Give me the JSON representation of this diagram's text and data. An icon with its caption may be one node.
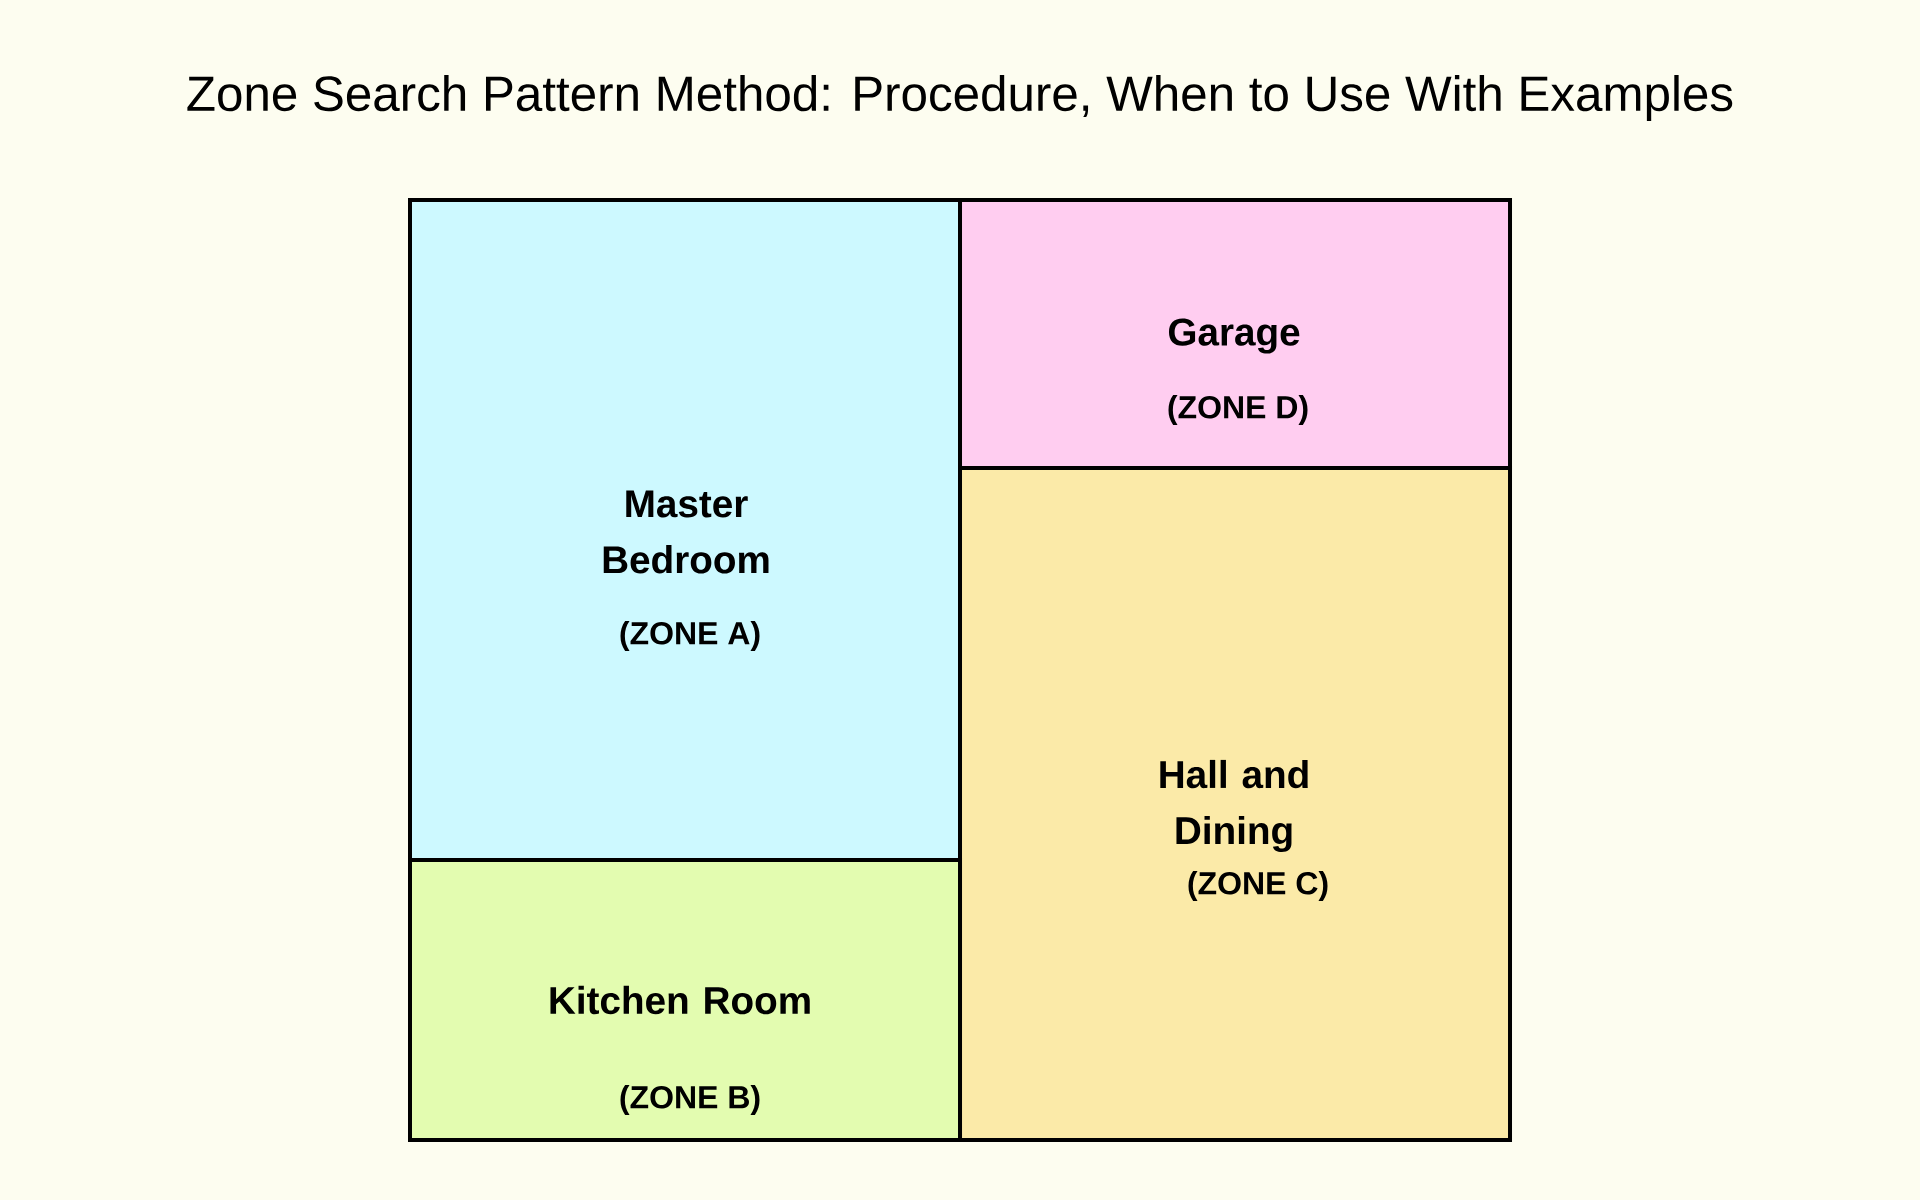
{
  "diagram": {
    "title": "Zone Search Pattern Method: Procedure, When to Use With Examples",
    "nodes": [
      {
        "text": [
          "Master Bedroom",
          "(ZONE A)"
        ]
      },
      {
        "text": [
          "Garage",
          "(ZONE D)"
        ]
      },
      {
        "text": [
          "Hall and Dining",
          "(ZONE C)"
        ]
      },
      {
        "text": [
          "Kitchen Room",
          "(ZONE B)"
        ]
      }
    ],
    "edges": []
  }
}
